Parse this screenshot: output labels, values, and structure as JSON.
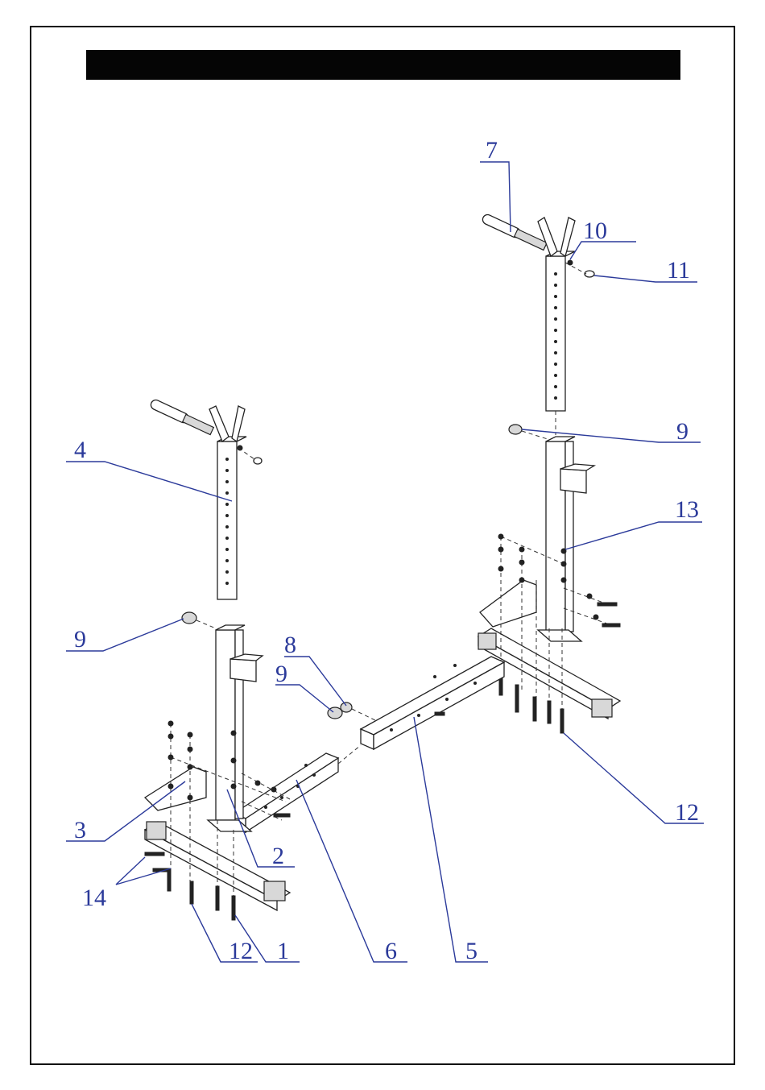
{
  "labels": {
    "p1": "1",
    "p2": "2",
    "p3": "3",
    "p4": "4",
    "p5": "5",
    "p6": "6",
    "p7": "7",
    "p8": "8",
    "p9a": "9",
    "p9b": "9",
    "p9c": "9",
    "p10": "10",
    "p11": "11",
    "p12a": "12",
    "p12b": "12",
    "p13": "13",
    "p14": "14"
  },
  "colors": {
    "label": "#2b3a9a",
    "title_bar": "#050505",
    "line": "#222222"
  }
}
